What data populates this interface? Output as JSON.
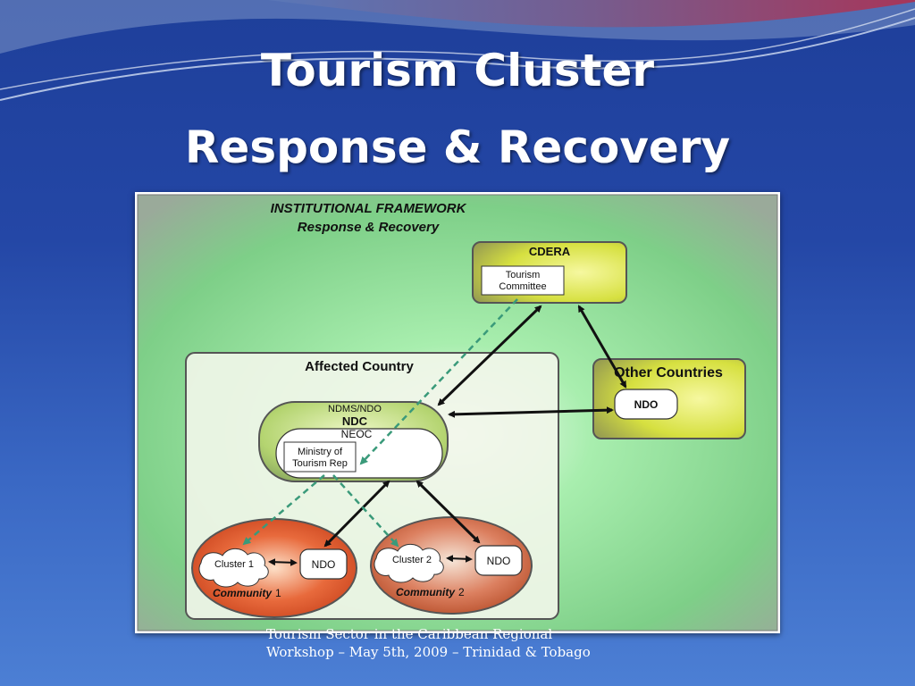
{
  "slide": {
    "title_line1": "Tourism Cluster",
    "title_line2": "Response & Recovery",
    "footer_line1": "Tourism Sector in the Caribbean Regional",
    "footer_line2": "Workshop – May 5th, 2009 – Trinidad & Tobago"
  },
  "diagram": {
    "heading_line1": "INSTITUTIONAL FRAMEWORK",
    "heading_line2": "Response & Recovery",
    "cdera": {
      "label": "CDERA",
      "committee_line1": "Tourism",
      "committee_line2": "Committee"
    },
    "affected_country": {
      "label": "Affected Country",
      "ndms": "NDMS/NDO",
      "ndc": "NDC",
      "neoc": "NEOC",
      "ministry_line1": "Ministry of",
      "ministry_line2": "Tourism Rep"
    },
    "other_countries": {
      "label": "Other Countries",
      "ndo": "NDO"
    },
    "community1": {
      "cluster": "Cluster 1",
      "ndo": "NDO",
      "label": "Community",
      "number": "1"
    },
    "community2": {
      "cluster": "Cluster 2",
      "ndo": "NDO",
      "label": "Community",
      "number": "2"
    }
  },
  "colors": {
    "background": "#2447a6",
    "accent_dashed": "#3a9a7a",
    "community_fill": "#e0522c"
  }
}
